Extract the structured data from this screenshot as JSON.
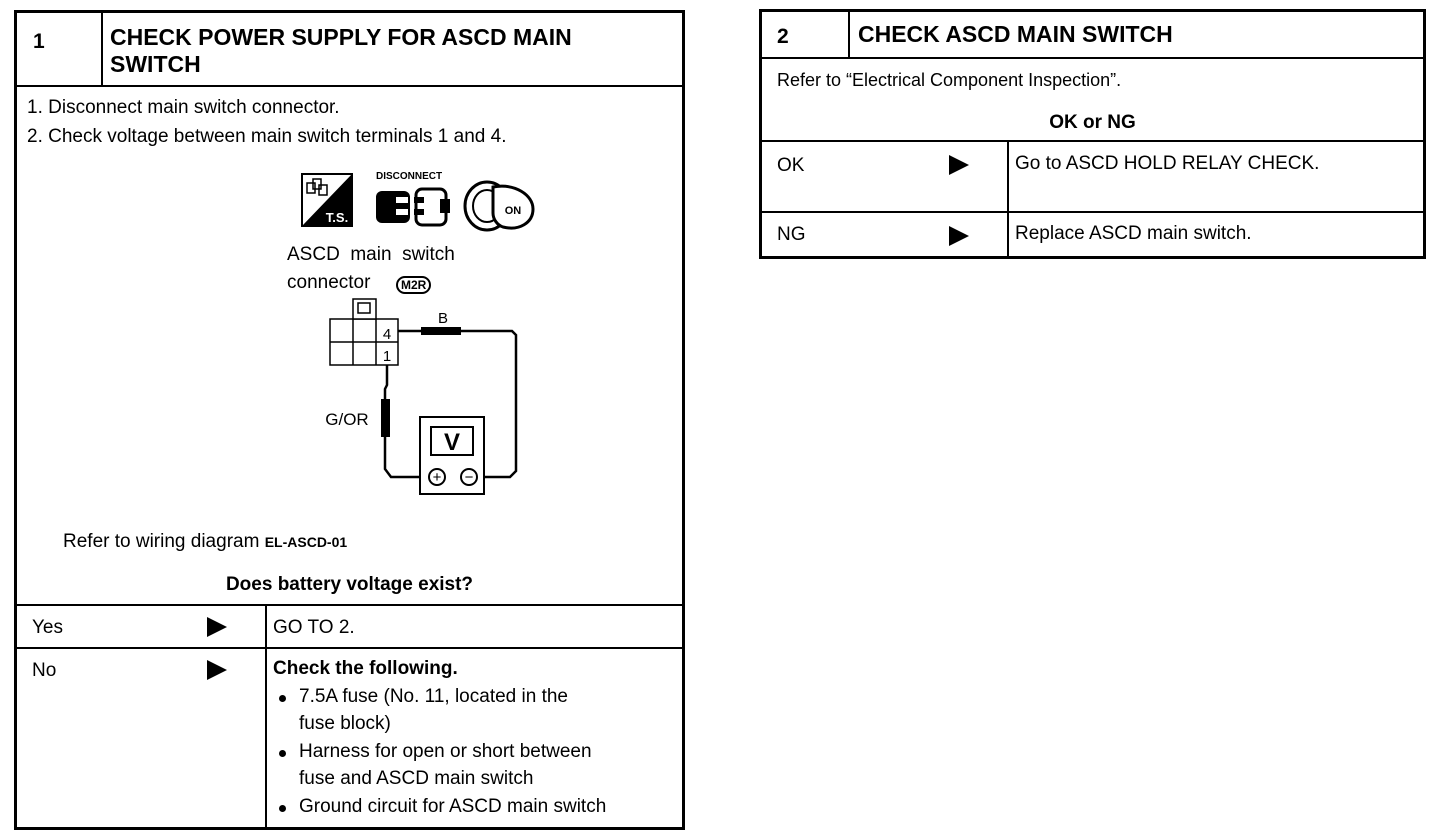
{
  "step1": {
    "number": "1",
    "title_line1": "CHECK POWER SUPPLY FOR ASCD MAIN",
    "title_line2": "SWITCH",
    "instructions": [
      "1.  Disconnect main switch connector.",
      "2.  Check voltage between main switch terminals 1 and 4."
    ],
    "figure": {
      "icon_ts_label": "T.S.",
      "icon_disconnect_label": "DISCONNECT",
      "icon_ignition_label": "ON",
      "connector_label_line1": "ASCD  main  switch",
      "connector_label_line2": "connector",
      "connector_code": "M2R",
      "terminal_4": "4",
      "terminal_1": "1",
      "wire_b": "B",
      "wire_gor": "G/OR",
      "meter_label": "V",
      "plus_symbol": "+",
      "minus_symbol": "−"
    },
    "wiring_prefix": "Refer to wiring diagram ",
    "wiring_ref": "EL-ASCD-01",
    "question": "Does battery voltage exist?",
    "rows": [
      {
        "answer": "Yes",
        "action": "GO TO 2."
      },
      {
        "answer": "No",
        "action_title": "Check the following.",
        "bullets": [
          "7.5A fuse (No. 11, located in the",
          "fuse block)",
          "Harness for open or short between",
          "fuse and ASCD main switch",
          "Ground circuit for ASCD main switch"
        ]
      }
    ]
  },
  "step2": {
    "number": "2",
    "title": "CHECK ASCD MAIN SWITCH",
    "instruction": "Refer to “Electrical Component Inspection”.",
    "question": "OK or NG",
    "rows": [
      {
        "answer": "OK",
        "action": "Go to ASCD HOLD RELAY CHECK."
      },
      {
        "answer": "NG",
        "action": "Replace ASCD main switch."
      }
    ]
  }
}
